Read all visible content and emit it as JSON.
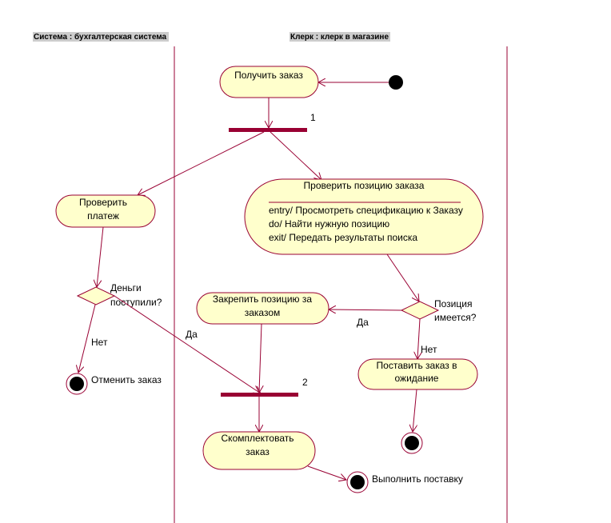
{
  "swimlanes": [
    {
      "id": "accounting",
      "header": "Система : бухгалтерская система"
    },
    {
      "id": "clerk",
      "header": "Клерк : клерк в магазине"
    }
  ],
  "activities": {
    "receive_order": "Получить заказ",
    "check_payment": [
      "Проверить",
      "платеж"
    ],
    "check_item": {
      "name": "Проверить позицию заказа",
      "entry": "entry/ Просмотреть спецификацию к Заказу",
      "do": "do/ Найти нужную позицию",
      "exit": "exit/ Передать результаты поиска"
    },
    "reserve_item": [
      "Закрепить позицию за",
      "заказом"
    ],
    "backorder": [
      "Поставить заказ в",
      "ожидание"
    ],
    "assemble": [
      "Скомплектовать",
      "заказ"
    ]
  },
  "decisions": {
    "money_received": [
      "Деньги",
      "поступили?"
    ],
    "item_available": [
      "Позиция",
      "имеется?"
    ]
  },
  "guards": {
    "money_no": "Нет",
    "money_yes": "Да",
    "item_yes": "Да",
    "item_no": "Нет"
  },
  "sync_bars": {
    "fork": "1",
    "join": "2"
  },
  "final_states": {
    "cancel": "Отменить заказ",
    "deliver": "Выполнить поставку"
  },
  "colors": {
    "line": "#990033",
    "fill": "#ffffcc",
    "header_bg": "#cccccc"
  }
}
